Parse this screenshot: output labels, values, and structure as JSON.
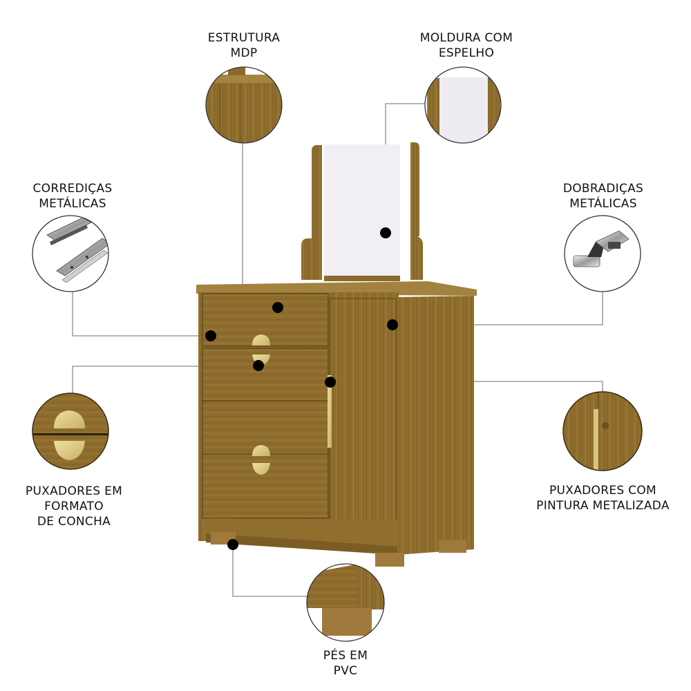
{
  "features": {
    "estrutura": {
      "line1": "ESTRUTURA",
      "line2": "MDP"
    },
    "moldura": {
      "line1": "MOLDURA COM",
      "line2": "ESPELHO"
    },
    "corredicas": {
      "line1": "CORREDIÇAS",
      "line2": "METÁLICAS"
    },
    "dobradicas": {
      "line1": "DOBRADIÇAS",
      "line2": "METÁLICAS"
    },
    "puxadores_concha": {
      "line1": "PUXADORES EM",
      "line2": "FORMATO",
      "line3": "DE CONCHA"
    },
    "puxadores_metal": {
      "line1": "PUXADORES COM",
      "line2": "PINTURA METALIZADA"
    },
    "pes": {
      "line1": "PÉS EM",
      "line2": "PVC"
    }
  },
  "colors": {
    "wood": "#8a6a2c",
    "wood_dark": "#6e5220",
    "wood_light": "#a5843f",
    "brass": "#d9c47a",
    "mirror": "#f1eff4",
    "dot": "#000000",
    "leader": "#8a8a8a",
    "pvc_foot": "#a07a3c"
  }
}
